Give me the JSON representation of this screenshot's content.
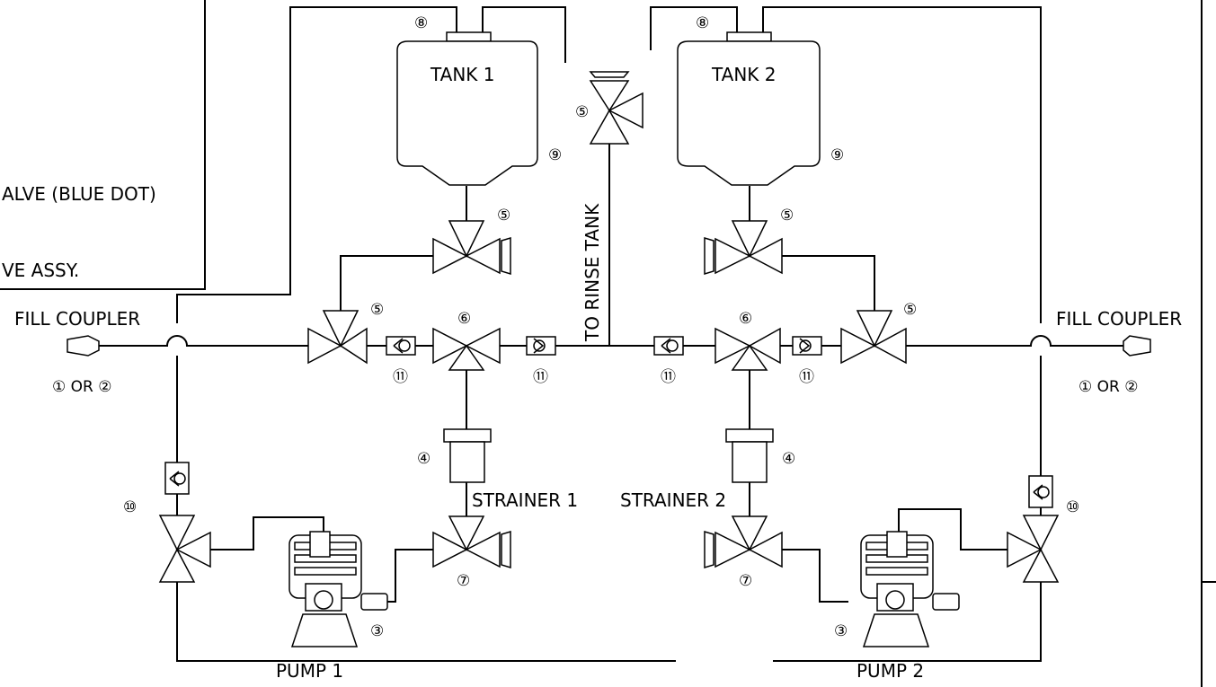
{
  "legend": {
    "line1": "ALVE (BLUE DOT)",
    "line2": "VE ASSY."
  },
  "tanks": [
    "TANK 1",
    "TANK 2"
  ],
  "pumps": [
    "PUMP 1",
    "PUMP 2"
  ],
  "strainers": [
    "STRAINER 1",
    "STRAINER 2"
  ],
  "fill_coupler": "FILL COUPLER",
  "fill_coupler_option": "① OR ②",
  "rinse_label": "TO RINSE TANK",
  "callouts": {
    "c3": "③",
    "c4": "④",
    "c5": "⑤",
    "c6": "⑥",
    "c7": "⑦",
    "c8": "⑧",
    "c9": "⑨",
    "c10": "⑩",
    "c11": "⑪"
  }
}
